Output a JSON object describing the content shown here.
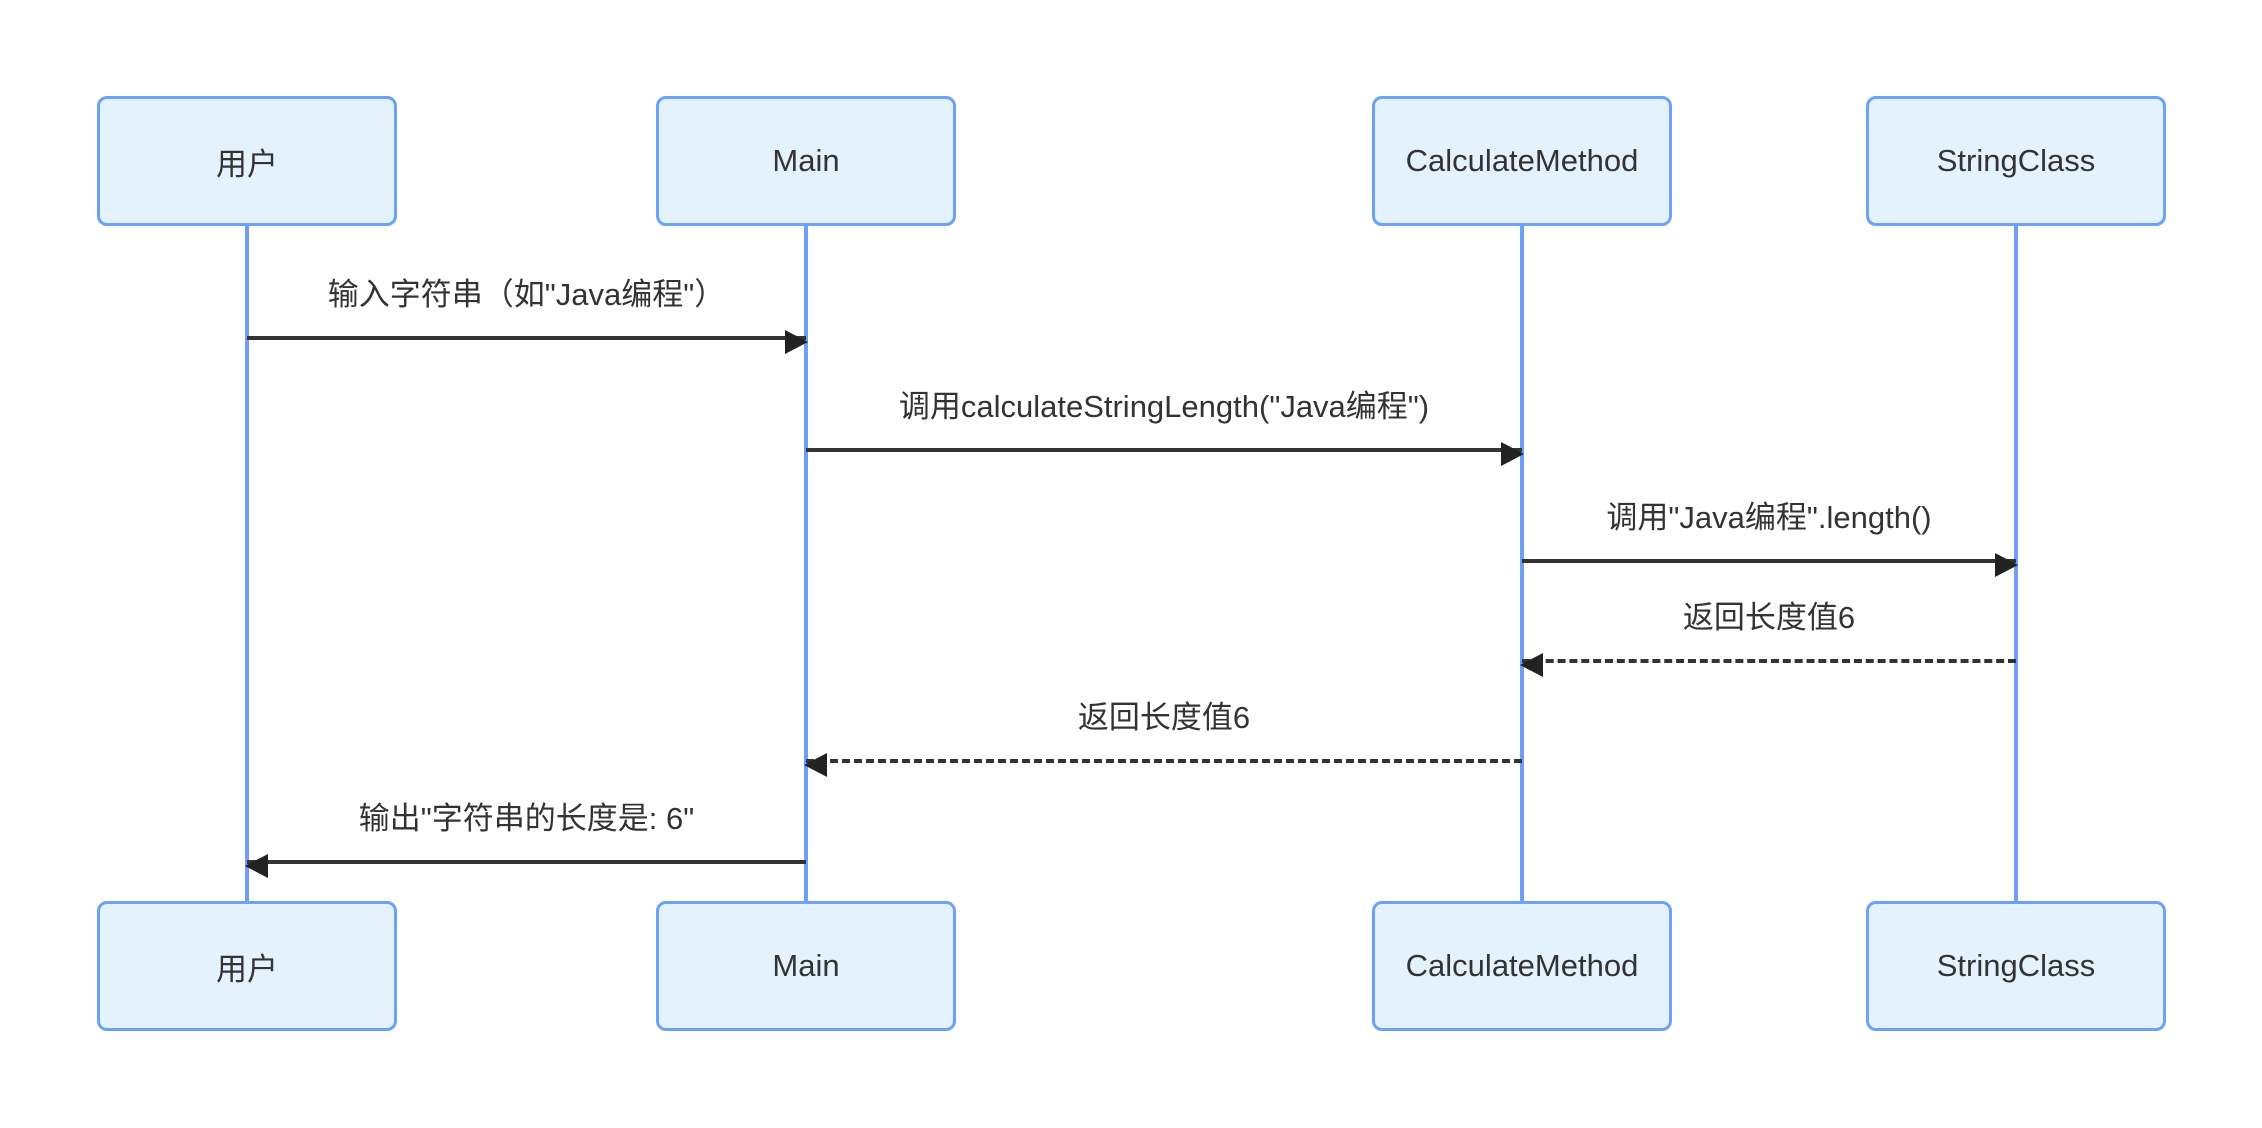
{
  "diagram": {
    "kind": "sequence-diagram",
    "actors": [
      {
        "name": "用户"
      },
      {
        "name": "Main"
      },
      {
        "name": "CalculateMethod"
      },
      {
        "name": "StringClass"
      }
    ],
    "messages": [
      {
        "from": "用户",
        "to": "Main",
        "label": "输入字符串（如\"Java编程\"）",
        "line": "solid",
        "direction": "right"
      },
      {
        "from": "Main",
        "to": "CalculateMethod",
        "label": "调用calculateStringLength(\"Java编程\")",
        "line": "solid",
        "direction": "right"
      },
      {
        "from": "CalculateMethod",
        "to": "StringClass",
        "label": "调用\"Java编程\".length()",
        "line": "solid",
        "direction": "right"
      },
      {
        "from": "StringClass",
        "to": "CalculateMethod",
        "label": "返回长度值6",
        "line": "dashed",
        "direction": "left"
      },
      {
        "from": "CalculateMethod",
        "to": "Main",
        "label": "返回长度值6",
        "line": "dashed",
        "direction": "left"
      },
      {
        "from": "Main",
        "to": "用户",
        "label": "输出\"字符串的长度是: 6\"",
        "line": "solid",
        "direction": "left"
      }
    ],
    "colors": {
      "background": "#FFFFFF",
      "actor_fill": "#E3F2FD",
      "actor_border": "#6BA1F6",
      "lifeline": "#6D9FF6",
      "arrow": "#333333",
      "text": "#333333"
    }
  }
}
